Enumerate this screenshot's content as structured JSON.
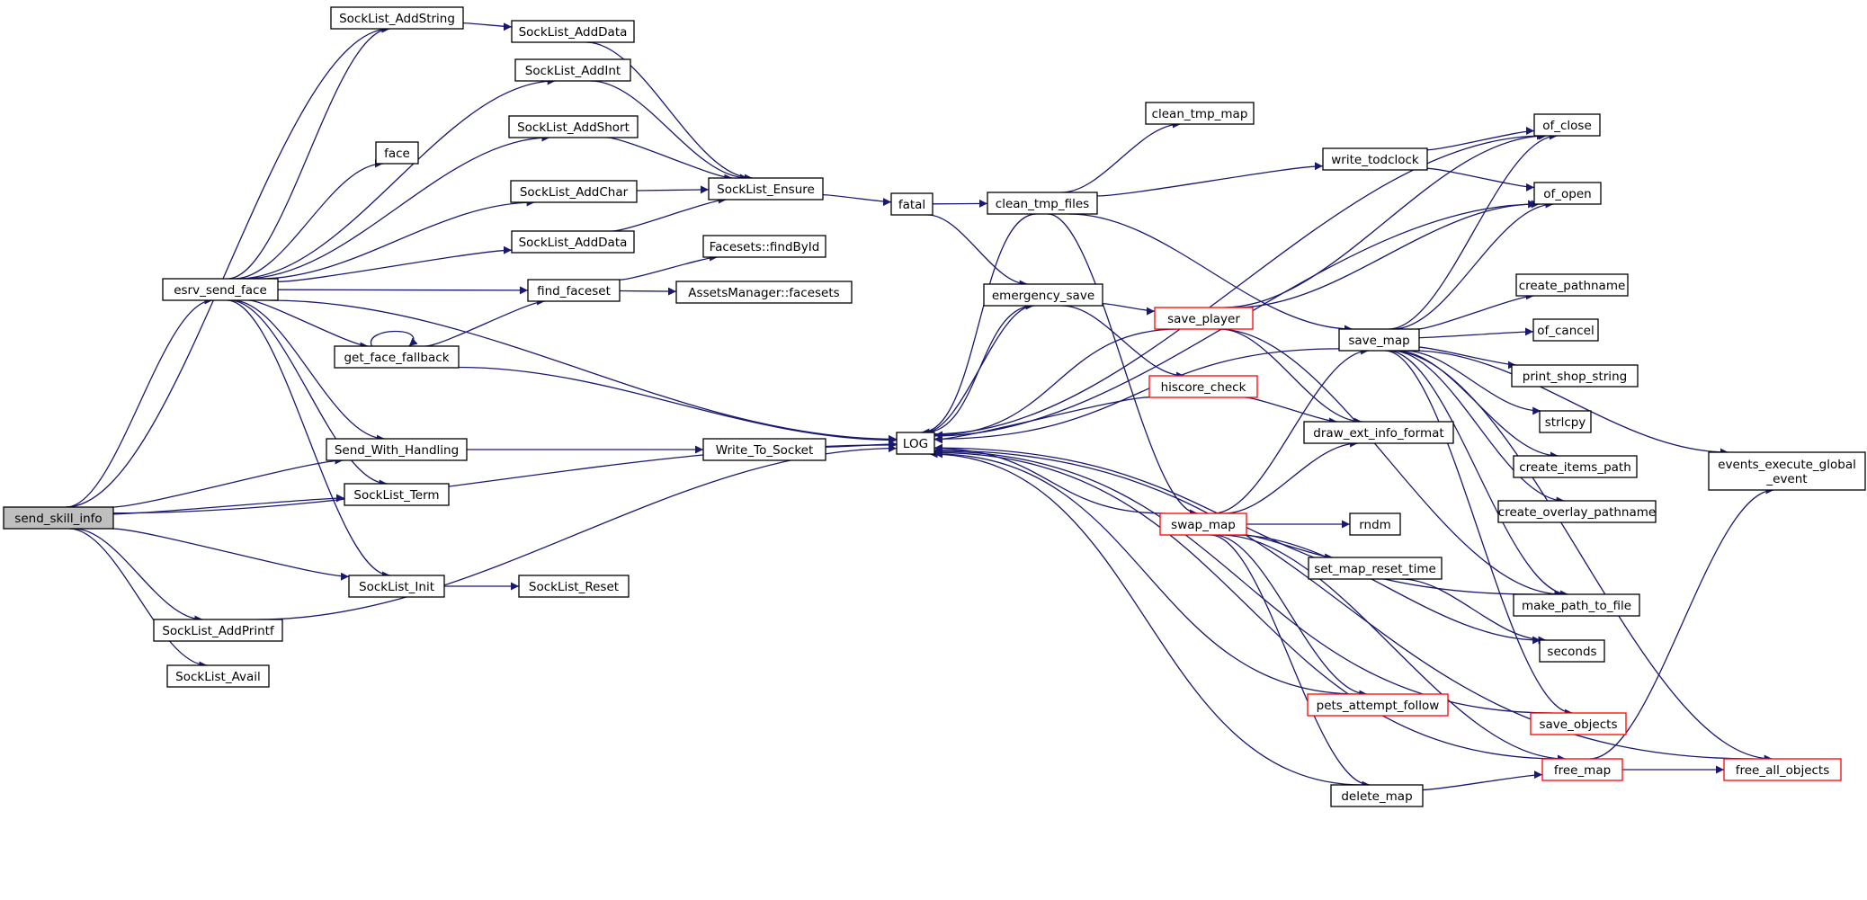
{
  "diagram": {
    "type": "call-graph",
    "root": "send_skill_info",
    "colors": {
      "edge": "#191970",
      "border": "#000000",
      "truncated_border": "#ff0000",
      "focus_fill": "#bfbfbf",
      "background": "#ffffff"
    },
    "nodes": [
      {
        "id": "send_skill_info",
        "label": "send_skill_info",
        "style": "focus"
      },
      {
        "id": "esrv_send_face",
        "label": "esrv_send_face"
      },
      {
        "id": "SockList_AddString",
        "label": "SockList_AddString"
      },
      {
        "id": "SockList_AddData_1",
        "label": "SockList_AddData"
      },
      {
        "id": "SockList_AddInt",
        "label": "SockList_AddInt"
      },
      {
        "id": "SockList_AddShort",
        "label": "SockList_AddShort"
      },
      {
        "id": "face",
        "label": "face"
      },
      {
        "id": "SockList_AddChar",
        "label": "SockList_AddChar"
      },
      {
        "id": "SockList_Ensure",
        "label": "SockList_Ensure"
      },
      {
        "id": "SockList_AddData_2",
        "label": "SockList_AddData"
      },
      {
        "id": "find_faceset",
        "label": "find_faceset"
      },
      {
        "id": "Facesets_findById",
        "label": "Facesets::findById"
      },
      {
        "id": "AssetsManager_facesets",
        "label": "AssetsManager::facesets"
      },
      {
        "id": "get_face_fallback",
        "label": "get_face_fallback"
      },
      {
        "id": "Send_With_Handling",
        "label": "Send_With_Handling"
      },
      {
        "id": "Write_To_Socket",
        "label": "Write_To_Socket"
      },
      {
        "id": "SockList_Term",
        "label": "SockList_Term"
      },
      {
        "id": "SockList_Init",
        "label": "SockList_Init"
      },
      {
        "id": "SockList_Reset",
        "label": "SockList_Reset"
      },
      {
        "id": "SockList_AddPrintf",
        "label": "SockList_AddPrintf"
      },
      {
        "id": "SockList_Avail",
        "label": "SockList_Avail"
      },
      {
        "id": "fatal",
        "label": "fatal"
      },
      {
        "id": "LOG",
        "label": "LOG"
      },
      {
        "id": "clean_tmp_files",
        "label": "clean_tmp_files"
      },
      {
        "id": "clean_tmp_map",
        "label": "clean_tmp_map"
      },
      {
        "id": "emergency_save",
        "label": "emergency_save"
      },
      {
        "id": "save_player",
        "label": "save_player",
        "style": "truncated"
      },
      {
        "id": "hiscore_check",
        "label": "hiscore_check",
        "style": "truncated"
      },
      {
        "id": "swap_map",
        "label": "swap_map",
        "style": "truncated"
      },
      {
        "id": "pets_attempt_follow",
        "label": "pets_attempt_follow",
        "style": "truncated"
      },
      {
        "id": "delete_map",
        "label": "delete_map"
      },
      {
        "id": "write_todclock",
        "label": "write_todclock"
      },
      {
        "id": "save_map",
        "label": "save_map"
      },
      {
        "id": "draw_ext_info_format",
        "label": "draw_ext_info_format"
      },
      {
        "id": "rndm",
        "label": "rndm"
      },
      {
        "id": "set_map_reset_time",
        "label": "set_map_reset_time"
      },
      {
        "id": "of_close",
        "label": "of_close"
      },
      {
        "id": "of_open",
        "label": "of_open"
      },
      {
        "id": "create_pathname",
        "label": "create_pathname"
      },
      {
        "id": "of_cancel",
        "label": "of_cancel"
      },
      {
        "id": "print_shop_string",
        "label": "print_shop_string"
      },
      {
        "id": "strlcpy",
        "label": "strlcpy"
      },
      {
        "id": "create_items_path",
        "label": "create_items_path"
      },
      {
        "id": "create_overlay_pathname",
        "label": "create_overlay_pathname"
      },
      {
        "id": "make_path_to_file",
        "label": "make_path_to_file"
      },
      {
        "id": "seconds",
        "label": "seconds"
      },
      {
        "id": "save_objects",
        "label": "save_objects",
        "style": "truncated"
      },
      {
        "id": "free_map",
        "label": "free_map",
        "style": "truncated"
      },
      {
        "id": "free_all_objects",
        "label": "free_all_objects",
        "style": "truncated"
      },
      {
        "id": "events_execute_global_event",
        "label": "events_execute_global_event",
        "lines": [
          "events_execute_global",
          "_event"
        ]
      }
    ],
    "edges": [
      [
        "send_skill_info",
        "esrv_send_face"
      ],
      [
        "send_skill_info",
        "SockList_AddString"
      ],
      [
        "send_skill_info",
        "Send_With_Handling"
      ],
      [
        "send_skill_info",
        "SockList_Term"
      ],
      [
        "send_skill_info",
        "LOG"
      ],
      [
        "send_skill_info",
        "SockList_Init"
      ],
      [
        "send_skill_info",
        "SockList_AddPrintf"
      ],
      [
        "send_skill_info",
        "SockList_Avail"
      ],
      [
        "esrv_send_face",
        "SockList_AddString"
      ],
      [
        "esrv_send_face",
        "SockList_AddInt"
      ],
      [
        "esrv_send_face",
        "SockList_AddShort"
      ],
      [
        "esrv_send_face",
        "face"
      ],
      [
        "esrv_send_face",
        "SockList_AddChar"
      ],
      [
        "esrv_send_face",
        "SockList_AddData_2"
      ],
      [
        "esrv_send_face",
        "find_faceset"
      ],
      [
        "esrv_send_face",
        "get_face_fallback"
      ],
      [
        "esrv_send_face",
        "LOG"
      ],
      [
        "esrv_send_face",
        "Send_With_Handling"
      ],
      [
        "esrv_send_face",
        "SockList_Term"
      ],
      [
        "esrv_send_face",
        "SockList_Init"
      ],
      [
        "SockList_AddString",
        "SockList_AddData_1"
      ],
      [
        "SockList_AddData_1",
        "SockList_Ensure"
      ],
      [
        "SockList_AddInt",
        "SockList_Ensure"
      ],
      [
        "SockList_AddShort",
        "SockList_Ensure"
      ],
      [
        "SockList_AddChar",
        "SockList_Ensure"
      ],
      [
        "SockList_AddData_2",
        "SockList_Ensure"
      ],
      [
        "find_faceset",
        "Facesets_findById"
      ],
      [
        "find_faceset",
        "AssetsManager_facesets"
      ],
      [
        "get_face_fallback",
        "find_faceset"
      ],
      [
        "get_face_fallback",
        "get_face_fallback"
      ],
      [
        "get_face_fallback",
        "LOG"
      ],
      [
        "Send_With_Handling",
        "Write_To_Socket"
      ],
      [
        "Write_To_Socket",
        "LOG"
      ],
      [
        "SockList_Init",
        "SockList_Reset"
      ],
      [
        "SockList_AddPrintf",
        "LOG"
      ],
      [
        "SockList_Ensure",
        "fatal"
      ],
      [
        "fatal",
        "clean_tmp_files"
      ],
      [
        "fatal",
        "emergency_save"
      ],
      [
        "clean_tmp_files",
        "clean_tmp_map"
      ],
      [
        "clean_tmp_files",
        "write_todclock"
      ],
      [
        "clean_tmp_files",
        "save_map"
      ],
      [
        "clean_tmp_files",
        "swap_map"
      ],
      [
        "clean_tmp_files",
        "LOG"
      ],
      [
        "emergency_save",
        "save_player"
      ],
      [
        "emergency_save",
        "hiscore_check"
      ],
      [
        "emergency_save",
        "LOG"
      ],
      [
        "LOG",
        "of_close"
      ],
      [
        "LOG",
        "of_open"
      ],
      [
        "LOG",
        "emergency_save"
      ],
      [
        "save_player",
        "LOG"
      ],
      [
        "save_player",
        "of_close"
      ],
      [
        "save_player",
        "of_open"
      ],
      [
        "save_player",
        "draw_ext_info_format"
      ],
      [
        "save_player",
        "make_path_to_file"
      ],
      [
        "hiscore_check",
        "LOG"
      ],
      [
        "hiscore_check",
        "draw_ext_info_format"
      ],
      [
        "write_todclock",
        "of_close"
      ],
      [
        "write_todclock",
        "of_open"
      ],
      [
        "save_map",
        "of_close"
      ],
      [
        "save_map",
        "of_open"
      ],
      [
        "save_map",
        "create_pathname"
      ],
      [
        "save_map",
        "of_cancel"
      ],
      [
        "save_map",
        "print_shop_string"
      ],
      [
        "save_map",
        "strlcpy"
      ],
      [
        "save_map",
        "create_items_path"
      ],
      [
        "save_map",
        "create_overlay_pathname"
      ],
      [
        "save_map",
        "make_path_to_file"
      ],
      [
        "save_map",
        "save_objects"
      ],
      [
        "save_map",
        "LOG"
      ],
      [
        "save_map",
        "free_all_objects"
      ],
      [
        "save_map",
        "events_execute_global_event"
      ],
      [
        "swap_map",
        "save_map"
      ],
      [
        "swap_map",
        "draw_ext_info_format"
      ],
      [
        "swap_map",
        "rndm"
      ],
      [
        "swap_map",
        "set_map_reset_time"
      ],
      [
        "swap_map",
        "seconds"
      ],
      [
        "swap_map",
        "pets_attempt_follow"
      ],
      [
        "swap_map",
        "delete_map"
      ],
      [
        "swap_map",
        "free_map"
      ],
      [
        "swap_map",
        "LOG"
      ],
      [
        "set_map_reset_time",
        "seconds"
      ],
      [
        "pets_attempt_follow",
        "LOG"
      ],
      [
        "delete_map",
        "free_map"
      ],
      [
        "delete_map",
        "LOG"
      ],
      [
        "free_map",
        "free_all_objects"
      ],
      [
        "free_map",
        "events_execute_global_event"
      ],
      [
        "free_map",
        "LOG"
      ],
      [
        "save_objects",
        "LOG"
      ],
      [
        "free_all_objects",
        "LOG"
      ],
      [
        "make_path_to_file",
        "LOG"
      ]
    ]
  }
}
